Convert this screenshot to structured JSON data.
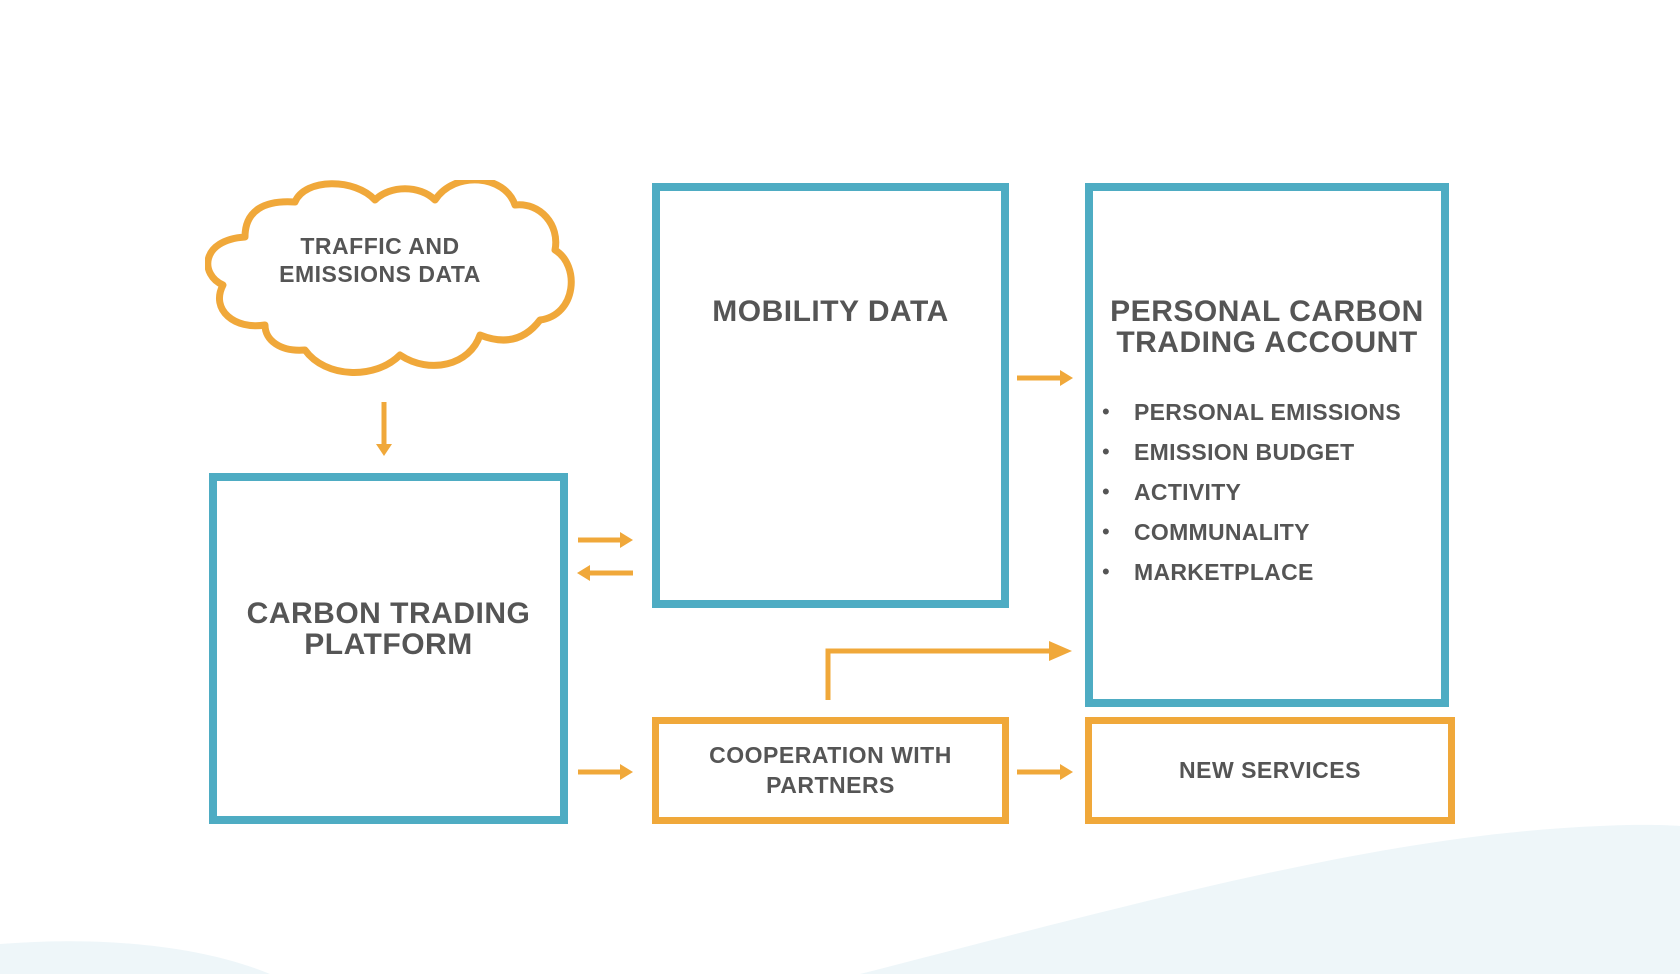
{
  "diagram": {
    "cloud": {
      "label": "TRAFFIC AND EMISSIONS DATA"
    },
    "mobility": {
      "title": "MOBILITY DATA"
    },
    "account": {
      "title": "PERSONAL CARBON TRADING ACCOUNT",
      "items": [
        "PERSONAL EMISSIONS",
        "EMISSION BUDGET",
        "ACTIVITY",
        "COMMUNALITY",
        "MARKETPLACE"
      ]
    },
    "platform": {
      "title": "CARBON TRADING PLATFORM"
    },
    "partners": {
      "title": "COOPERATION WITH PARTNERS"
    },
    "services": {
      "title": "NEW SERVICES"
    }
  },
  "colors": {
    "blue": "#4eacc3",
    "orange": "#f0a83a",
    "text": "#555555",
    "wave": "#eef6f9"
  }
}
